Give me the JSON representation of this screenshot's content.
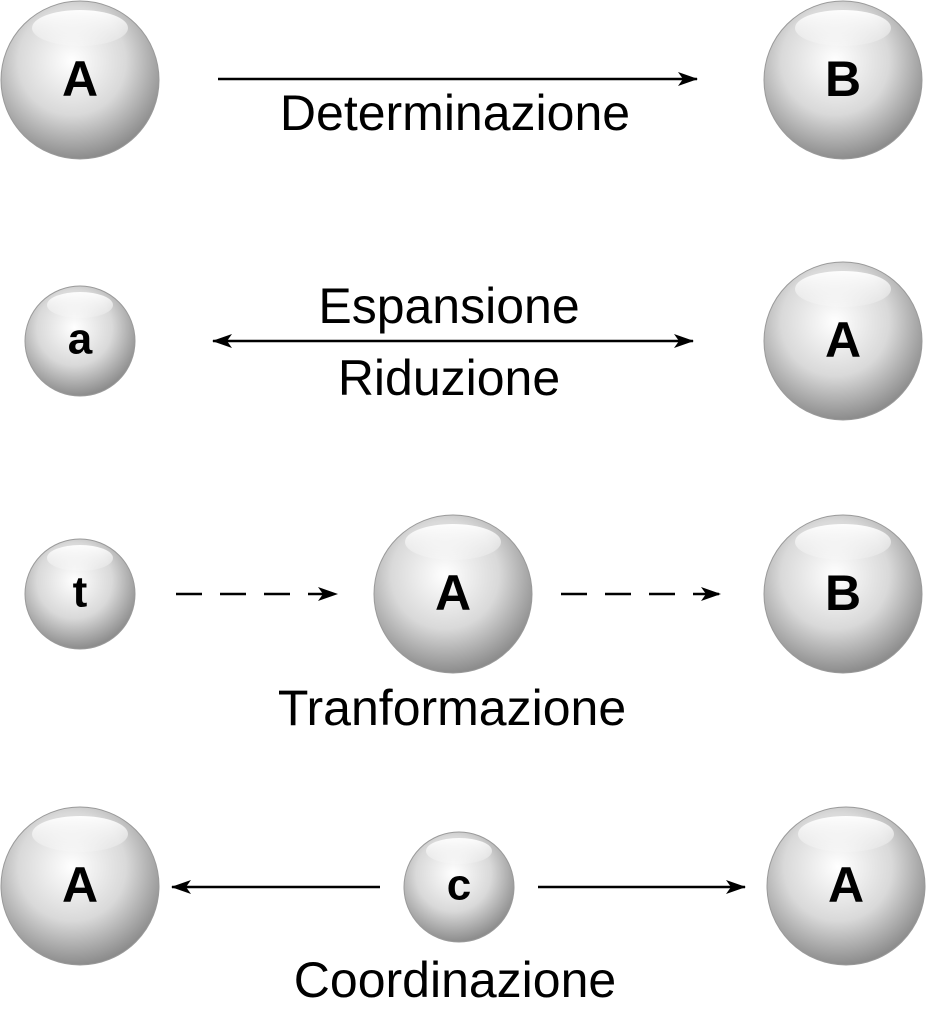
{
  "colors": {
    "sphere_light": "#ffffff",
    "sphere_mid": "#d9d9d9",
    "sphere_dark": "#8c8c8c",
    "ink": "#000000"
  },
  "rows": [
    {
      "nodes": [
        {
          "id": "r1-left",
          "letter": "A",
          "size": "large"
        },
        {
          "id": "r1-right",
          "letter": "B",
          "size": "large"
        }
      ],
      "relation": "forward",
      "labels": [
        "Determinazione"
      ]
    },
    {
      "nodes": [
        {
          "id": "r2-left",
          "letter": "a",
          "size": "small"
        },
        {
          "id": "r2-right",
          "letter": "A",
          "size": "large"
        }
      ],
      "relation": "bidirectional",
      "labels": [
        "Espansione",
        "Riduzione"
      ]
    },
    {
      "nodes": [
        {
          "id": "r3-left",
          "letter": "t",
          "size": "small"
        },
        {
          "id": "r3-middle",
          "letter": "A",
          "size": "large"
        },
        {
          "id": "r3-right",
          "letter": "B",
          "size": "large"
        }
      ],
      "relation": "dashed-chain",
      "labels": [
        "Tranformazione"
      ]
    },
    {
      "nodes": [
        {
          "id": "r4-left",
          "letter": "A",
          "size": "large"
        },
        {
          "id": "r4-middle",
          "letter": "c",
          "size": "small"
        },
        {
          "id": "r4-right",
          "letter": "A",
          "size": "large"
        }
      ],
      "relation": "outward-from-center",
      "labels": [
        "Coordinazione"
      ]
    }
  ]
}
